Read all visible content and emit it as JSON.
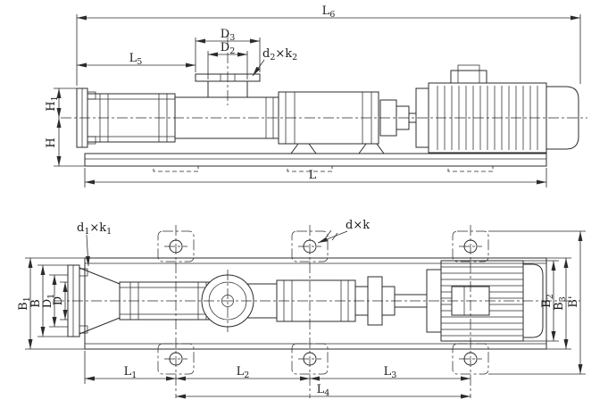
{
  "colors": {
    "line": "#2b2b2b",
    "background": "#ffffff"
  },
  "dims": {
    "L6": {
      "t1": "L",
      "s1": "6"
    },
    "D3": {
      "t1": "D",
      "s1": "3"
    },
    "D2": {
      "t1": "D",
      "s1": "2"
    },
    "L5": {
      "t1": "L",
      "s1": "5"
    },
    "d2k2": {
      "t1": "d",
      "s1": "2",
      "t2": "×k",
      "s2": "2"
    },
    "H1": {
      "t1": "H",
      "s1": "1"
    },
    "H": {
      "t1": "H"
    },
    "L": {
      "t1": "L"
    },
    "d1k1": {
      "t1": "d",
      "s1": "1",
      "t2": "×k",
      "s2": "1"
    },
    "dk": {
      "t1": "d×k"
    },
    "B1": {
      "t1": "B",
      "s1": "1"
    },
    "B": {
      "t1": "B"
    },
    "D1": {
      "t1": "D",
      "s1": "1"
    },
    "D": {
      "t1": "D"
    },
    "B2": {
      "t1": "B",
      "s1": "2"
    },
    "B3": {
      "t1": "B",
      "s1": "3"
    },
    "Bp": {
      "t1": "B'"
    },
    "L1": {
      "t1": "L",
      "s1": "1"
    },
    "L2": {
      "t1": "L",
      "s1": "2"
    },
    "L3": {
      "t1": "L",
      "s1": "3"
    },
    "L4": {
      "t1": "L",
      "s1": "4"
    }
  }
}
